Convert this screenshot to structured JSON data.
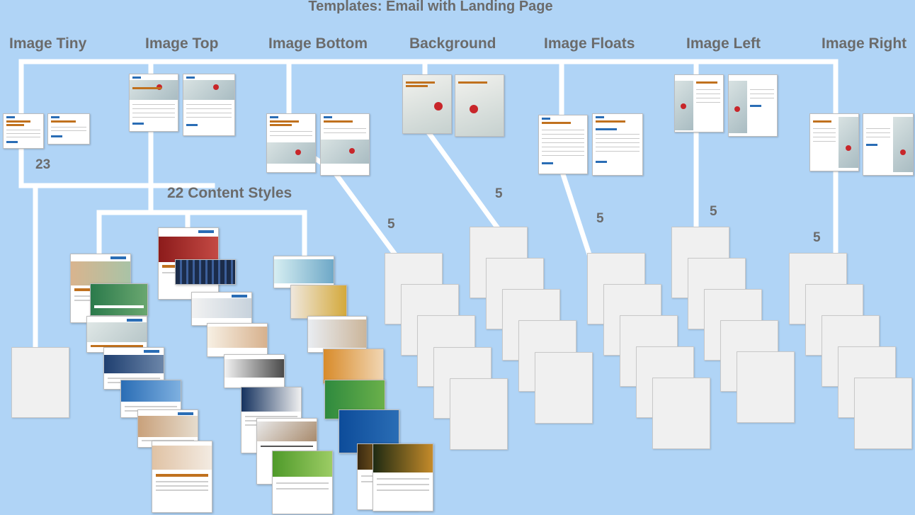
{
  "title": "Templates: Email with Landing Page",
  "categories": [
    {
      "label": "Image Tiny"
    },
    {
      "label": "Image Top"
    },
    {
      "label": "Image Bottom"
    },
    {
      "label": "Background"
    },
    {
      "label": "Image Floats"
    },
    {
      "label": "Image Left"
    },
    {
      "label": "Image Right"
    }
  ],
  "content_styles_label": "22 Content Styles",
  "counts": {
    "image_tiny": "23",
    "image_bottom": "5",
    "background": "5",
    "image_floats": "5",
    "image_left": "5",
    "image_right": "5"
  },
  "colors": {
    "background": "#b0d4f6",
    "connector": "#ffffff",
    "label": "#6b6b6b",
    "brand_blue": "#2a6db5",
    "heading_orange": "#c0711e",
    "placeholder": "#f0f0f0"
  }
}
